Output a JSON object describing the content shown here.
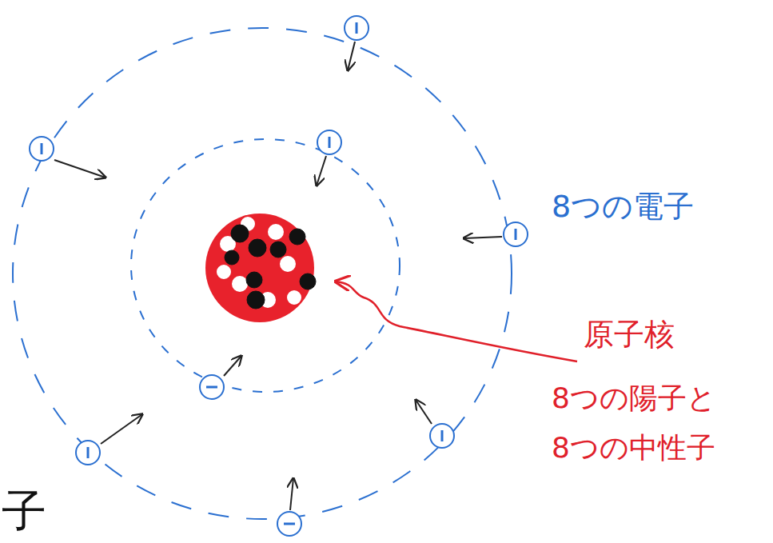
{
  "diagram": {
    "labels": [
      "8つの電子",
      "原子核",
      "8つの陽子と",
      "8つの中性子",
      "子"
    ]
  }
}
